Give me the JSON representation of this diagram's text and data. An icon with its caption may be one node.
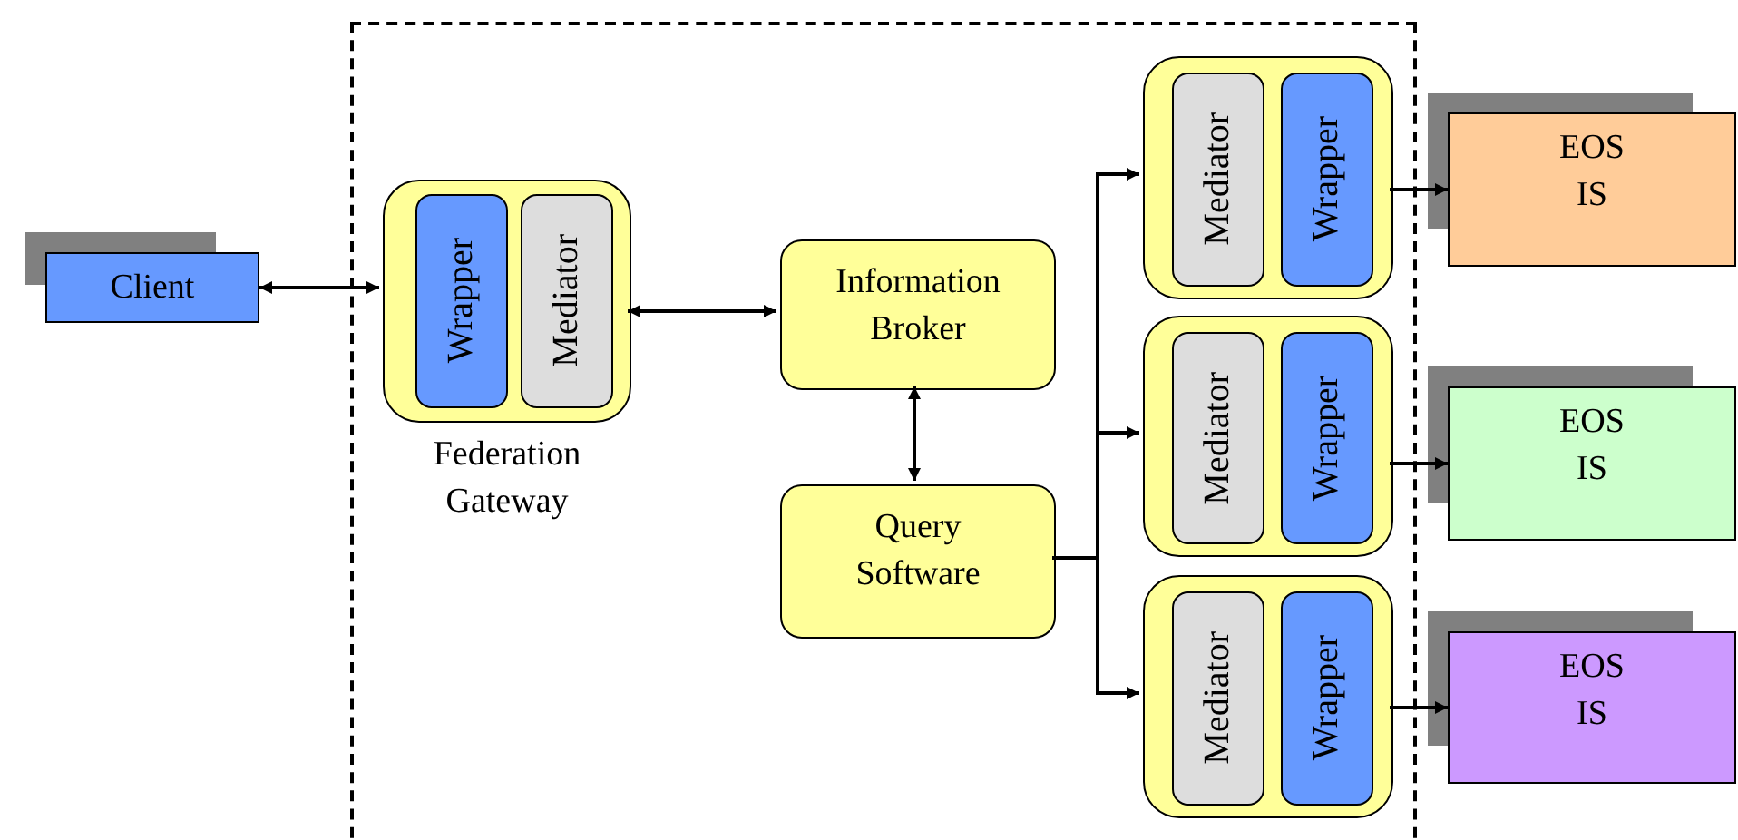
{
  "diagram": {
    "nodes": [
      {
        "text": [
          "Client"
        ]
      },
      {
        "text": [],
        "shape": "box"
      },
      {
        "text": [
          "Federation Gateway"
        ],
        "in": 1
      },
      {
        "text": [
          "Wrapper"
        ],
        "in": 2
      },
      {
        "text": [
          "Mediator"
        ],
        "in": 2
      },
      {
        "text": [
          "Information Broker"
        ],
        "in": 1
      },
      {
        "text": [
          "Query Software"
        ],
        "in": 1
      },
      {
        "text": [],
        "shape": "box",
        "in": 1
      },
      {
        "text": [
          "Mediator"
        ],
        "in": 7
      },
      {
        "text": [
          "Wrapper"
        ],
        "in": 7
      },
      {
        "text": [],
        "shape": "box",
        "in": 1
      },
      {
        "text": [
          "Mediator"
        ],
        "in": 10
      },
      {
        "text": [
          "Wrapper"
        ],
        "in": 10
      },
      {
        "text": [],
        "shape": "box",
        "in": 1
      },
      {
        "text": [
          "Mediator"
        ],
        "in": 13
      },
      {
        "text": [
          "Wrapper"
        ],
        "in": 13
      },
      {
        "text": [
          "EOS IS"
        ]
      },
      {
        "text": [
          "EOS IS"
        ]
      },
      {
        "text": [
          "EOS IS"
        ]
      }
    ],
    "edges": [
      {
        "from": 0,
        "to": 2,
        "arrow": "both"
      },
      {
        "from": 2,
        "to": 5,
        "arrow": "both"
      },
      {
        "from": 5,
        "to": 6,
        "arrow": "both"
      },
      {
        "from": 6,
        "to": 7,
        "arrow": "to"
      },
      {
        "from": 6,
        "to": 10,
        "arrow": "to"
      },
      {
        "from": 6,
        "to": 13,
        "arrow": "to"
      },
      {
        "from": 7,
        "to": 16,
        "arrow": "to"
      },
      {
        "from": 10,
        "to": 17,
        "arrow": "to"
      },
      {
        "from": 13,
        "to": 18,
        "arrow": "to"
      }
    ]
  }
}
